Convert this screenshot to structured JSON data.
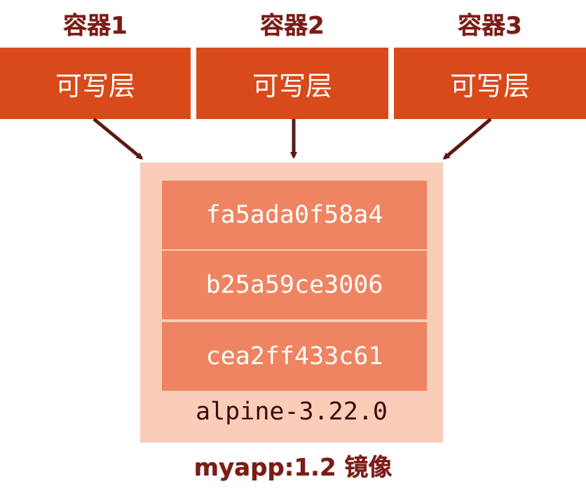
{
  "containers": [
    {
      "title": "容器1",
      "layer_label": "可写层"
    },
    {
      "title": "容器2",
      "layer_label": "可写层"
    },
    {
      "title": "容器3",
      "layer_label": "可写层"
    }
  ],
  "image": {
    "layers": [
      "fa5ada0f58a4",
      "b25a59ce3006",
      "cea2ff433c61"
    ],
    "base": "alpine-3.22.0",
    "name": "myapp:1.2 镜像"
  },
  "colors": {
    "writable_layer": "#d84a1a",
    "title_text": "#7a1c16",
    "image_box": "#f9cdb8",
    "image_layer": "#ee8462",
    "arrow": "#5a1a12",
    "base_text": "#3b0d0a"
  }
}
